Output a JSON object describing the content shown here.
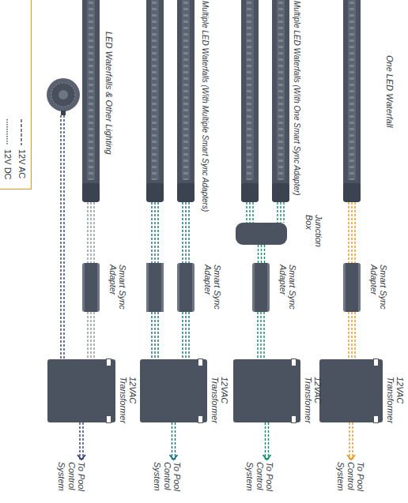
{
  "diagram": {
    "nodes": [
      {
        "text": [
          "Smart Sync Adapter"
        ]
      },
      {
        "text": [
          "12VAC Transformer"
        ]
      },
      {
        "text": [
          "To Pool Control System"
        ]
      },
      {
        "text": [
          "Smart Sync Adapter"
        ]
      },
      {
        "text": [
          "12VAC Transformer"
        ]
      },
      {
        "text": [
          "To Pool Control System"
        ]
      },
      {
        "text": [
          "Junction Box"
        ]
      },
      {
        "text": [
          "Smart Sync Adapter"
        ]
      },
      {
        "text": [
          "12VAC Transformer"
        ]
      },
      {
        "text": [
          "To Pool Control System"
        ]
      },
      {
        "text": [
          "Smart Sync Adapter"
        ]
      },
      {
        "text": [
          "12VAC Transformer"
        ]
      },
      {
        "text": [
          "To Pool Control System"
        ]
      }
    ],
    "edges": [
      {
        "from": 0,
        "to": 1,
        "arrow": "none"
      },
      {
        "from": 1,
        "to": 2,
        "arrow": "to"
      },
      {
        "from": 3,
        "to": 4,
        "arrow": "none"
      },
      {
        "from": 4,
        "to": 5,
        "arrow": "to"
      },
      {
        "from": 6,
        "to": 7,
        "arrow": "none"
      },
      {
        "from": 7,
        "to": 8,
        "arrow": "none"
      },
      {
        "from": 8,
        "to": 9,
        "arrow": "to"
      },
      {
        "from": 10,
        "to": 11,
        "arrow": "none"
      },
      {
        "from": 11,
        "to": 12,
        "arrow": "to"
      }
    ],
    "labels": [
      "LED Waterfalls & Other Lighting",
      "Multiple LED Waterfalls (With Multiple Smart Sync Adapters)",
      "Multiple LED Waterfalls (With One Smart Sync Adapter)",
      "One LED Waterfall"
    ],
    "legend": [
      {
        "text": "12V DC"
      },
      {
        "text": "12V AC"
      }
    ]
  }
}
